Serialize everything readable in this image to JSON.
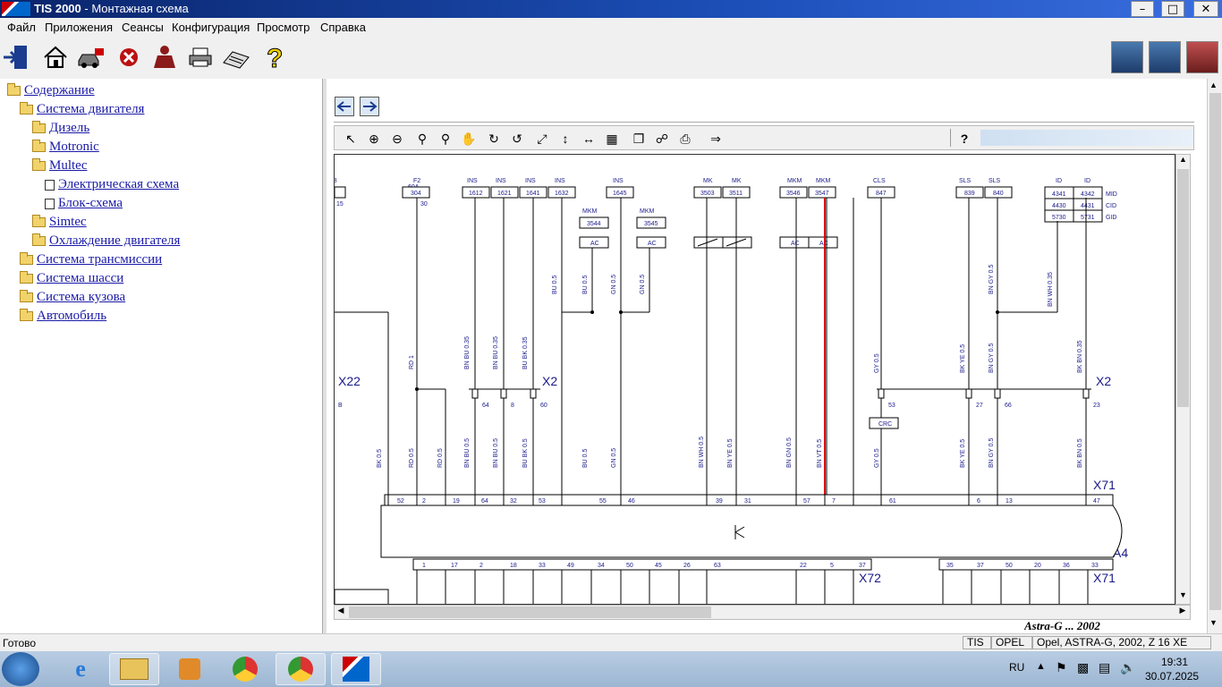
{
  "window": {
    "app_name": "TIS 2000",
    "title_rest": " - Монтажная схема"
  },
  "menu": [
    "Файл",
    "Приложения",
    "Сеансы",
    "Конфигурация",
    "Просмотр",
    "Справка"
  ],
  "tree": [
    {
      "label": "Содержание",
      "level": 0,
      "icon": "folder-open-icon"
    },
    {
      "label": "Система двигателя",
      "level": 1,
      "icon": "folder-open-icon"
    },
    {
      "label": "Дизель",
      "level": 2,
      "icon": "folder-icon"
    },
    {
      "label": "Motronic",
      "level": 2,
      "icon": "folder-icon"
    },
    {
      "label": "Multec",
      "level": 2,
      "icon": "folder-open-icon"
    },
    {
      "label": "Электрическая схема",
      "level": 3,
      "icon": "document-icon"
    },
    {
      "label": "Блок-схема",
      "level": 3,
      "icon": "document-icon"
    },
    {
      "label": "Simtec",
      "level": 2,
      "icon": "folder-icon"
    },
    {
      "label": "Охлаждение двигателя",
      "level": 2,
      "icon": "folder-icon"
    },
    {
      "label": "Система трансмиссии",
      "level": 1,
      "icon": "folder-icon"
    },
    {
      "label": "Система шасси",
      "level": 1,
      "icon": "folder-icon"
    },
    {
      "label": "Система кузова",
      "level": 1,
      "icon": "folder-icon"
    },
    {
      "label": "Автомобиль",
      "level": 1,
      "icon": "folder-icon"
    }
  ],
  "diagram": {
    "top_labels": [
      "F2",
      "60A",
      "INS",
      "INS",
      "INS",
      "INS",
      "INS",
      "MK",
      "MK",
      "MKM",
      "MKM",
      "CLS",
      "SLS",
      "SLS",
      "ID",
      "ID",
      "MKM",
      "MKM"
    ],
    "boxes": [
      "304",
      "1612",
      "1621",
      "1641",
      "1632",
      "1645",
      "3503",
      "3511",
      "3546",
      "3547",
      "847",
      "839",
      "840",
      "4341",
      "4342",
      "4430",
      "4431",
      "5730",
      "5731",
      "3544",
      "3545",
      "AC",
      "AC",
      "AC",
      "AC",
      "CRC"
    ],
    "side_labels": [
      "MID",
      "CID",
      "GID",
      "15",
      "30"
    ],
    "wires": [
      "RD 1",
      "BN BU 0.35",
      "BN BU 0.35",
      "BU BK 0.35",
      "BU 0.5",
      "BU 0.5",
      "GN 0.5",
      "GN 0.5",
      "GY 0.5",
      "BK YE 0.5",
      "BN GY 0.5",
      "BN GY 0.5",
      "BN WH 0.35",
      "BK BN 0.35",
      "BK 0.5",
      "RD 0.5",
      "RD 0.5",
      "BN BU 0.5",
      "BN BU 0.5",
      "BU BK 0.5",
      "BU 0.5",
      "GN 0.5",
      "BN WH 0.5",
      "BN YE 0.5",
      "BN GN 0.5",
      "BN VT 0.5",
      "GY 0.5",
      "BK YE 0.5",
      "BN GY 0.5",
      "BK BN 0.5"
    ],
    "connectors": [
      "X22",
      "X2",
      "X2",
      "X71",
      "A4",
      "X72",
      "X71"
    ],
    "pins_x2": [
      "64",
      "8",
      "60",
      "53",
      "27",
      "66",
      "23"
    ],
    "pins_top": [
      "52",
      "2",
      "19",
      "64",
      "32",
      "53",
      "55",
      "46",
      "39",
      "31",
      "57",
      "7",
      "61",
      "6",
      "13",
      "47"
    ],
    "pins_bottom": [
      "1",
      "17",
      "2",
      "18",
      "33",
      "49",
      "34",
      "50",
      "45",
      "26",
      "63",
      "22",
      "5",
      "37",
      "35",
      "37",
      "50",
      "20",
      "36",
      "33"
    ]
  },
  "status": {
    "ready": "Готово",
    "p1": "TIS",
    "p2": "OPEL",
    "p3": "Opel, ASTRA-G, 2002, Z 16 XE",
    "partial_text": "Astra-G ... 2002"
  },
  "taskbar": {
    "lang": "RU",
    "time": "19:31",
    "date": "30.07.2025"
  }
}
